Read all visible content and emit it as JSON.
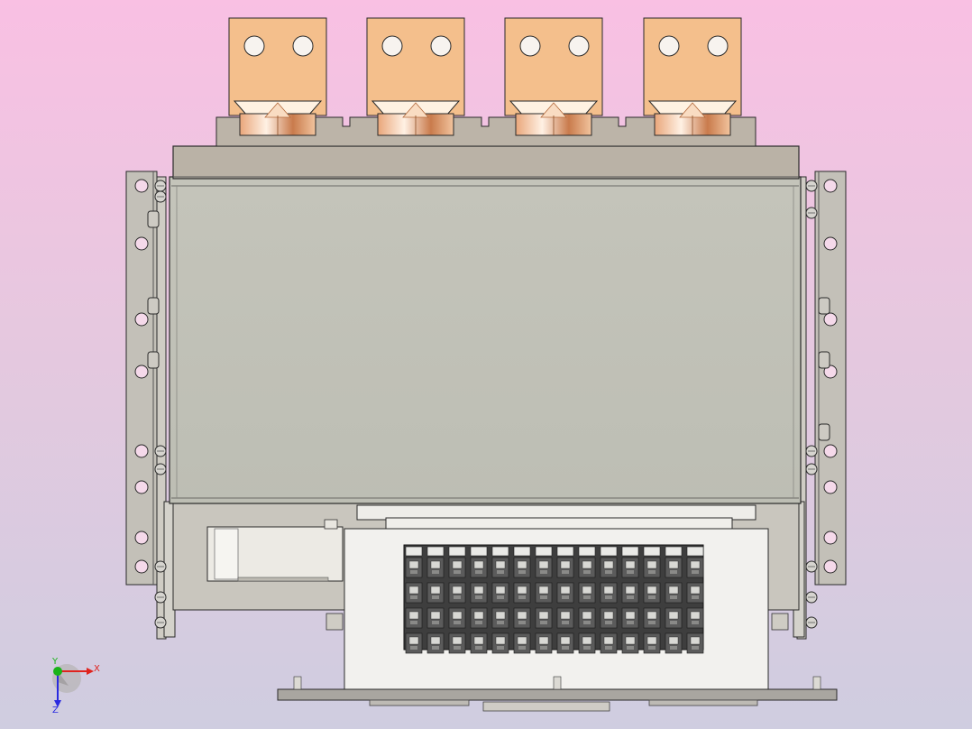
{
  "viewport": {
    "background_top": "#f9c0e3",
    "background_bottom": "#cfcde0"
  },
  "model": {
    "copper_color": "#f4bf8c",
    "copper_dark": "#b46a3c",
    "housing_color": "#c0c0b6",
    "cap_color": "#bab2a6",
    "plate_color": "#c9c6be",
    "terminal_count": 4,
    "connector_columns": 14,
    "connector_rows": 4
  },
  "triad": {
    "x_label": "X",
    "y_label": "Y",
    "z_label": "Z",
    "x_color": "#e0231e",
    "y_color": "#18b318",
    "z_color": "#2a2ae0"
  }
}
